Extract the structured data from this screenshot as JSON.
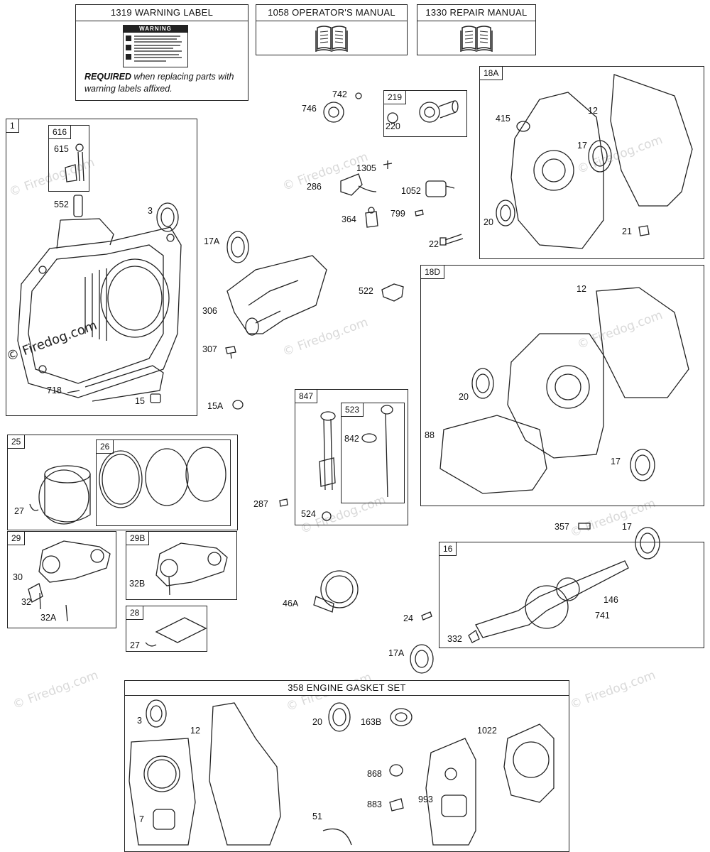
{
  "watermark": "© Firedog.com",
  "header_boxes": {
    "warning": {
      "title": "1319 WARNING LABEL",
      "label_heading": "WARNING",
      "req_bold": "REQUIRED",
      "req_rest": " when replacing parts with warning labels affixed."
    },
    "operator": {
      "title": "1058 OPERATOR'S MANUAL"
    },
    "repair": {
      "title": "1330 REPAIR MANUAL"
    }
  },
  "box_tags": [
    "1",
    "616",
    "25",
    "26",
    "29",
    "29B",
    "28",
    "219",
    "18A",
    "18D",
    "847",
    "523",
    "16"
  ],
  "gasket_set_title": "358 ENGINE GASKET SET",
  "callouts": {
    "c742": "742",
    "c746": "746",
    "c220": "220",
    "c1305": "1305",
    "c286": "286",
    "c1052": "1052",
    "c364": "364",
    "c799": "799",
    "c22": "22",
    "c17A_a": "17A",
    "c306": "306",
    "c307": "307",
    "c15A": "15A",
    "c522": "522",
    "c615": "615",
    "c552": "552",
    "c3": "3",
    "c718": "718",
    "c15": "15",
    "c27_a": "27",
    "c30": "30",
    "c32": "32",
    "c32A": "32A",
    "c32B": "32B",
    "c27_b": "27",
    "c287": "287",
    "c842": "842",
    "c524": "524",
    "c415": "415",
    "c12_a": "12",
    "c17_a": "17",
    "c20_a": "20",
    "c21": "21",
    "c12_b": "12",
    "c20_b": "20",
    "c88": "88",
    "c17_b": "17",
    "c357": "357",
    "c17_c": "17",
    "c146": "146",
    "c741": "741",
    "c24": "24",
    "c332": "332",
    "c46A": "46A",
    "c17A_b": "17A",
    "g3": "3",
    "g12": "12",
    "g20": "20",
    "g163B": "163B",
    "g1022": "1022",
    "g868": "868",
    "g883": "883",
    "g993": "993",
    "g7": "7",
    "g51": "51"
  }
}
